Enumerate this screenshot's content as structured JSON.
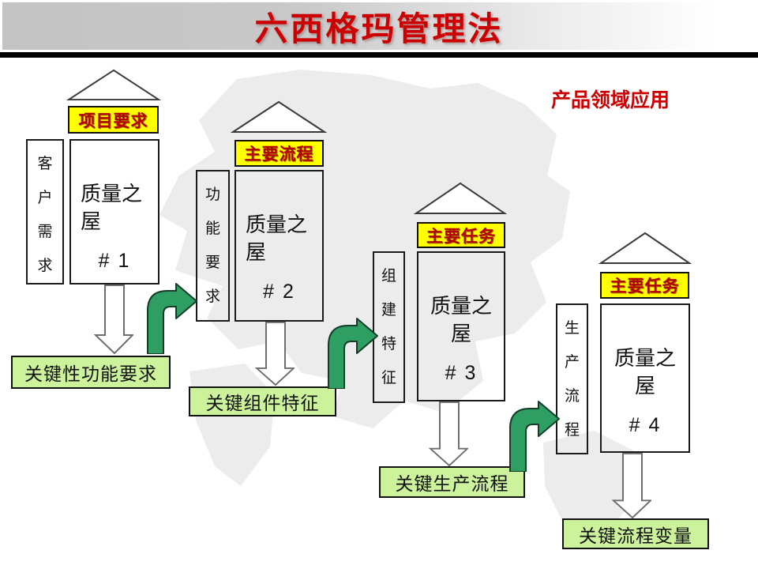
{
  "slide": {
    "title": "六西格玛管理法",
    "annotation": "产品领域应用"
  },
  "houses": [
    {
      "roof_label": "项目要求",
      "side_label": "客户需求",
      "name": "质量之屋",
      "number": "# 1",
      "output_label": "关键性功能要求"
    },
    {
      "roof_label": "主要流程",
      "side_label": "功能要求",
      "name": "质量之屋",
      "number": "# 2",
      "output_label": "关键组件特征"
    },
    {
      "roof_label": "主要任务",
      "side_label": "组建特征",
      "name": "质量之屋",
      "number": "# 3",
      "output_label": "关键生产流程"
    },
    {
      "roof_label": "主要任务",
      "side_label": "生产流程",
      "name": "质量之屋",
      "number": "# 4",
      "output_label": "关键流程变量"
    }
  ],
  "colors": {
    "title_red": "#cc0000",
    "roof_label_yellow": "#ffff00",
    "roof_label_text_red": "#b30000",
    "output_box_green": "#ccf29b",
    "curved_arrow_green": "#2f9e63",
    "header_rule_black": "#000000",
    "map_gray": "#ececec"
  }
}
